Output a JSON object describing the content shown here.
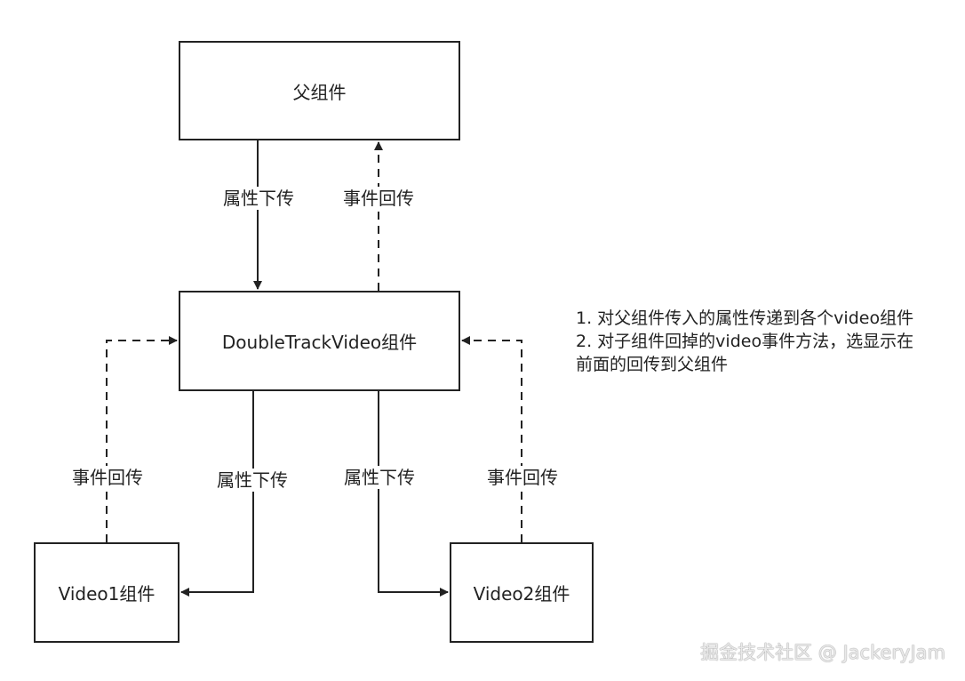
{
  "nodes": {
    "parent": "父组件",
    "double_track": "DoubleTrackVideo组件",
    "video1": "Video1组件",
    "video2": "Video2组件"
  },
  "edges": {
    "parent_to_double": "属性下传",
    "double_to_parent": "事件回传",
    "video1_to_double": "事件回传",
    "double_to_video1": "属性下传",
    "double_to_video2": "属性下传",
    "video2_to_double": "事件回传"
  },
  "note": {
    "line1": "1. 对父组件传入的属性传递到各个video组件",
    "line2": "2. 对子组件回掉的video事件方法，选显示在",
    "line3": "前面的回传到父组件"
  },
  "watermark": "掘金技术社区 @ JackeryJam",
  "colors": {
    "stroke": "#222222",
    "background": "#ffffff"
  }
}
